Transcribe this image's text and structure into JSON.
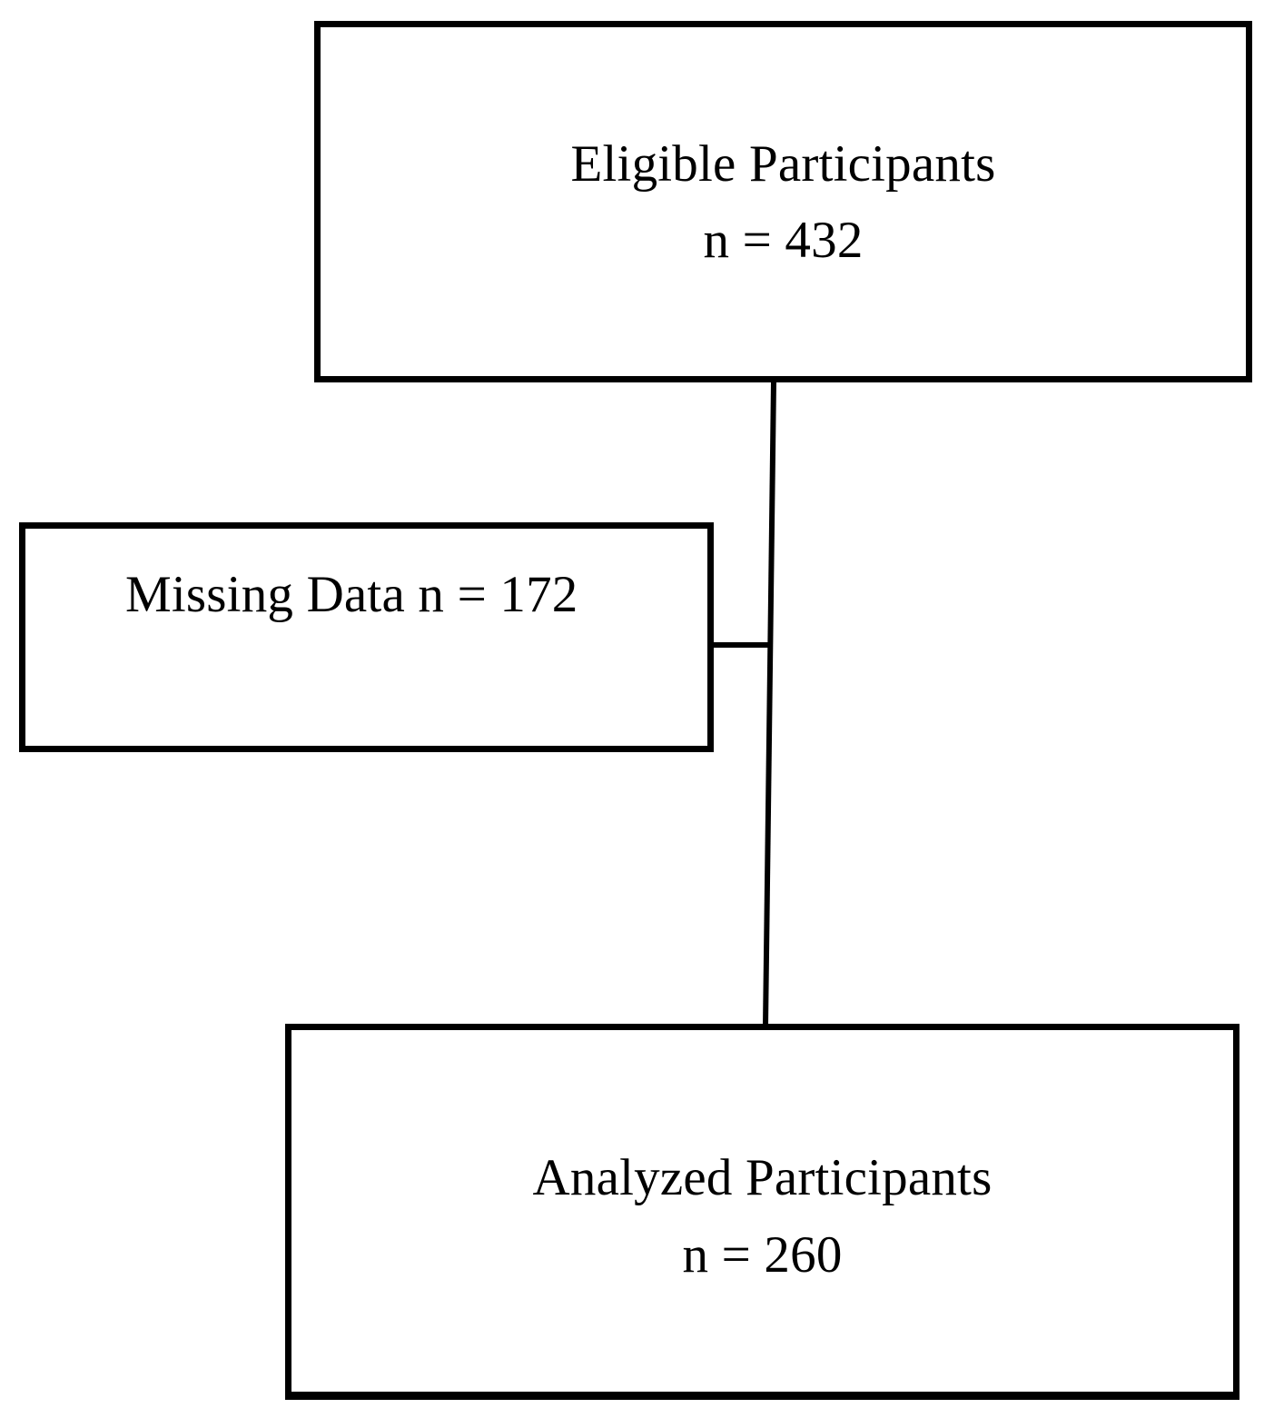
{
  "figure": {
    "type": "participant-flow-diagram",
    "background_color": "#ffffff",
    "line_color": "#000000",
    "boxes": [
      {
        "id": "eligible",
        "title": "Eligible Participants",
        "count_label": "n = 432",
        "n": 432
      },
      {
        "id": "missing",
        "title": "Missing Data n = 172",
        "count_label": "",
        "n": 172
      },
      {
        "id": "analyzed",
        "title": "Analyzed Participants",
        "count_label": "n = 260",
        "n": 260
      }
    ],
    "connectors": [
      {
        "id": "eligible-to-analyzed",
        "from": "eligible",
        "to": "analyzed",
        "orientation": "vertical"
      },
      {
        "id": "missing-branch",
        "from": "eligible-to-analyzed",
        "to": "missing",
        "orientation": "horizontal"
      }
    ]
  }
}
